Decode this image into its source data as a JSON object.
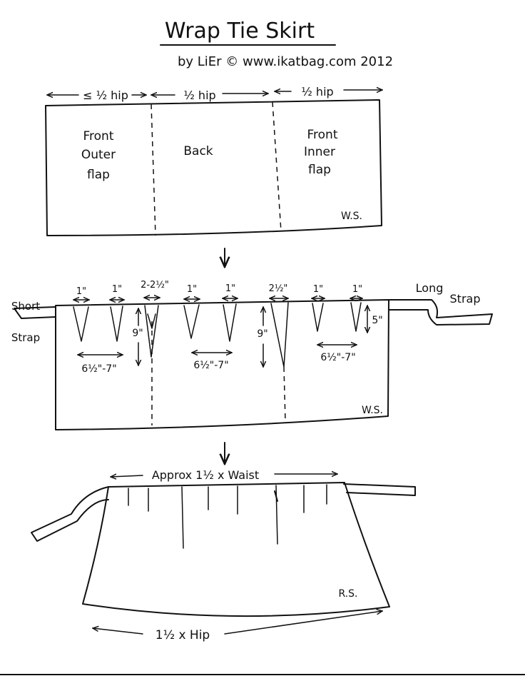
{
  "title": "Wrap Tie Skirt",
  "byline": "by LiEr © www.ikatbag.com 2012",
  "step1": {
    "widths": [
      "≤ ½ hip",
      "½ hip",
      "½ hip"
    ],
    "panels": [
      [
        "Front",
        "Outer",
        "flap"
      ],
      [
        "Back"
      ],
      [
        "Front",
        "Inner",
        "flap"
      ]
    ],
    "side_label": "W.S."
  },
  "step2": {
    "short_strap": [
      "Short",
      "Strap"
    ],
    "long_strap": [
      "Long",
      "Strap"
    ],
    "dart_widths": [
      "1\"",
      "1\"",
      "2-2½\"",
      "1\"",
      "1\"",
      "2½\"",
      "1\"",
      "1\""
    ],
    "dart_depth_left": "9\"",
    "dart_depth_mid": "9\"",
    "dart_depth_right": "5\"",
    "spacings": [
      "6½\"-7\"",
      "6½\"-7\"",
      "6½\"-7\""
    ],
    "side_label": "W.S."
  },
  "step3": {
    "waist": "Approx 1½ x Waist",
    "hip": "1½ x Hip",
    "side_label": "R.S."
  }
}
